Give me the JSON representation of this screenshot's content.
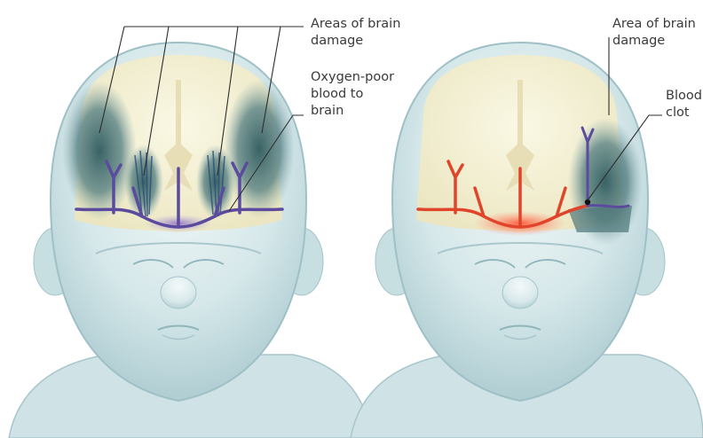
{
  "labels": {
    "left_damage": [
      "Areas of brain",
      "damage"
    ],
    "left_oxygen": [
      "Oxygen-poor",
      "blood to",
      "brain"
    ],
    "right_damage": [
      "Area of brain",
      "damage"
    ],
    "right_clot": [
      "Blood",
      "clot"
    ]
  },
  "colors": {
    "skin": "#cfe3e6",
    "skin_shade": "#a9c9cf",
    "brain": "#f3efcf",
    "damage": "#3f6a6e",
    "oxygen_poor_vessel": "#5b4a9e",
    "oxygenated_vessel": "#e0442a",
    "leader_line": "#2e2e2e"
  }
}
